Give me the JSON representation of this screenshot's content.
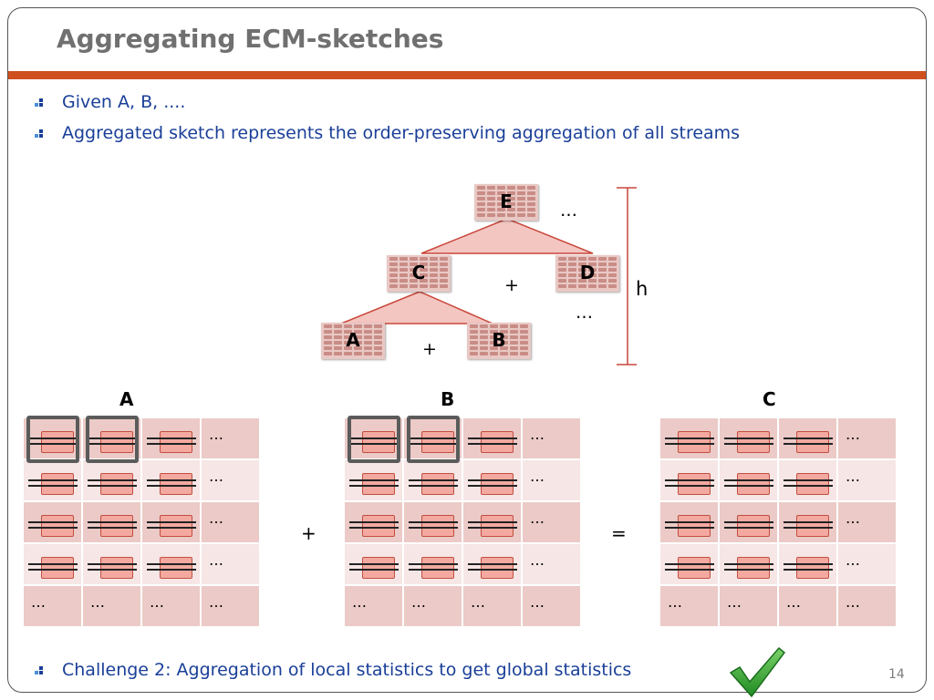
{
  "slide": {
    "title": "Aggregating ECM-sketches",
    "page_number": "14",
    "accent_color": "#cf4f1e",
    "bullet_color": "#1a3f98"
  },
  "bullets": [
    "Given A, B, ....",
    "Aggregated sketch represents the order-preserving aggregation of all streams",
    "Challenge 2: Aggregation of local statistics to get global statistics"
  ],
  "tree": {
    "nodes": {
      "E": "E",
      "C": "C",
      "D": "D",
      "A": "A",
      "B": "B"
    },
    "plus_upper": "+",
    "plus_lower": "+",
    "ellipsis_top": "…",
    "ellipsis_mid": "…",
    "height_label": "h",
    "node_color": "#e9c8c4",
    "edge_color": "#c9473a"
  },
  "grids": {
    "left_label": "A",
    "middle_label": "B",
    "right_label": "C",
    "plus": "+",
    "equals": "=",
    "cell_ellipsis": "…",
    "rows": 5,
    "cols": 4,
    "highlighted_cells": [
      [
        0,
        0
      ],
      [
        0,
        1
      ]
    ],
    "row_colors": [
      "#ebcac7",
      "#f6e6e5"
    ]
  },
  "checkmark_icon": "green-checkmark-icon"
}
